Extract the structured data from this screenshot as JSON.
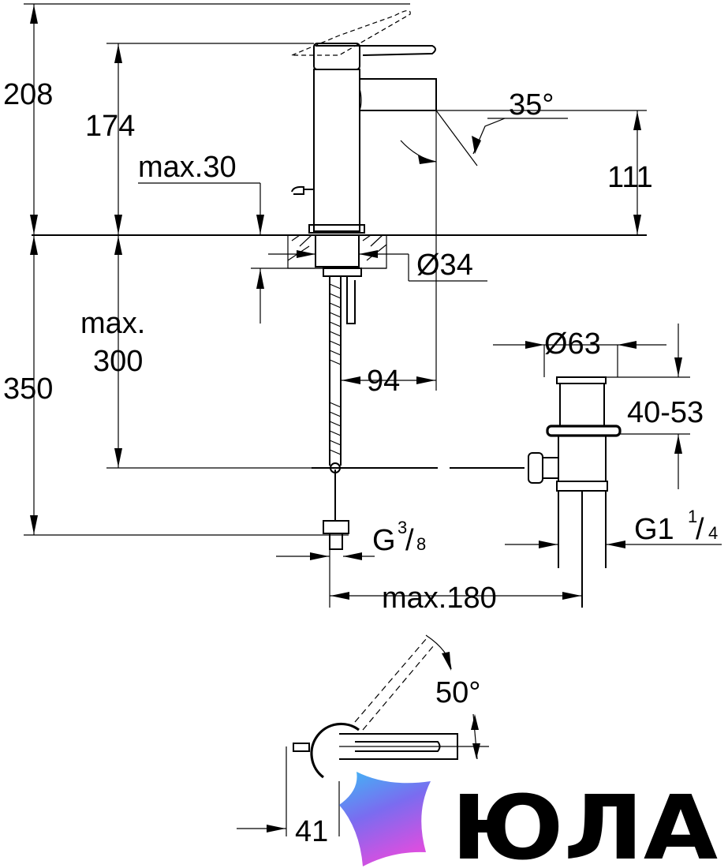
{
  "dimensions": {
    "total_height": "208",
    "height_174": "174",
    "max_30": "max.30",
    "spout_angle": "35°",
    "spout_height": "111",
    "hole_diameter": "Ø34",
    "max_300_line1": "max.",
    "max_300_line2": "300",
    "below_height": "350",
    "spout_offset": "94",
    "waste_diameter": "Ø63",
    "waste_range": "40-53",
    "thread_hose": "G",
    "thread_hose_num": "3",
    "thread_hose_den": "8",
    "thread_waste": "G1",
    "thread_waste_num": "1",
    "thread_waste_den": "4",
    "max_180": "max.180",
    "lever_angle": "50°",
    "lever_offset": "41"
  },
  "logo": {
    "text": "ЮЛА",
    "colors": {
      "top": "#3fb8f5",
      "middle": "#7a6cf0",
      "bottom": "#d94fe0"
    }
  }
}
